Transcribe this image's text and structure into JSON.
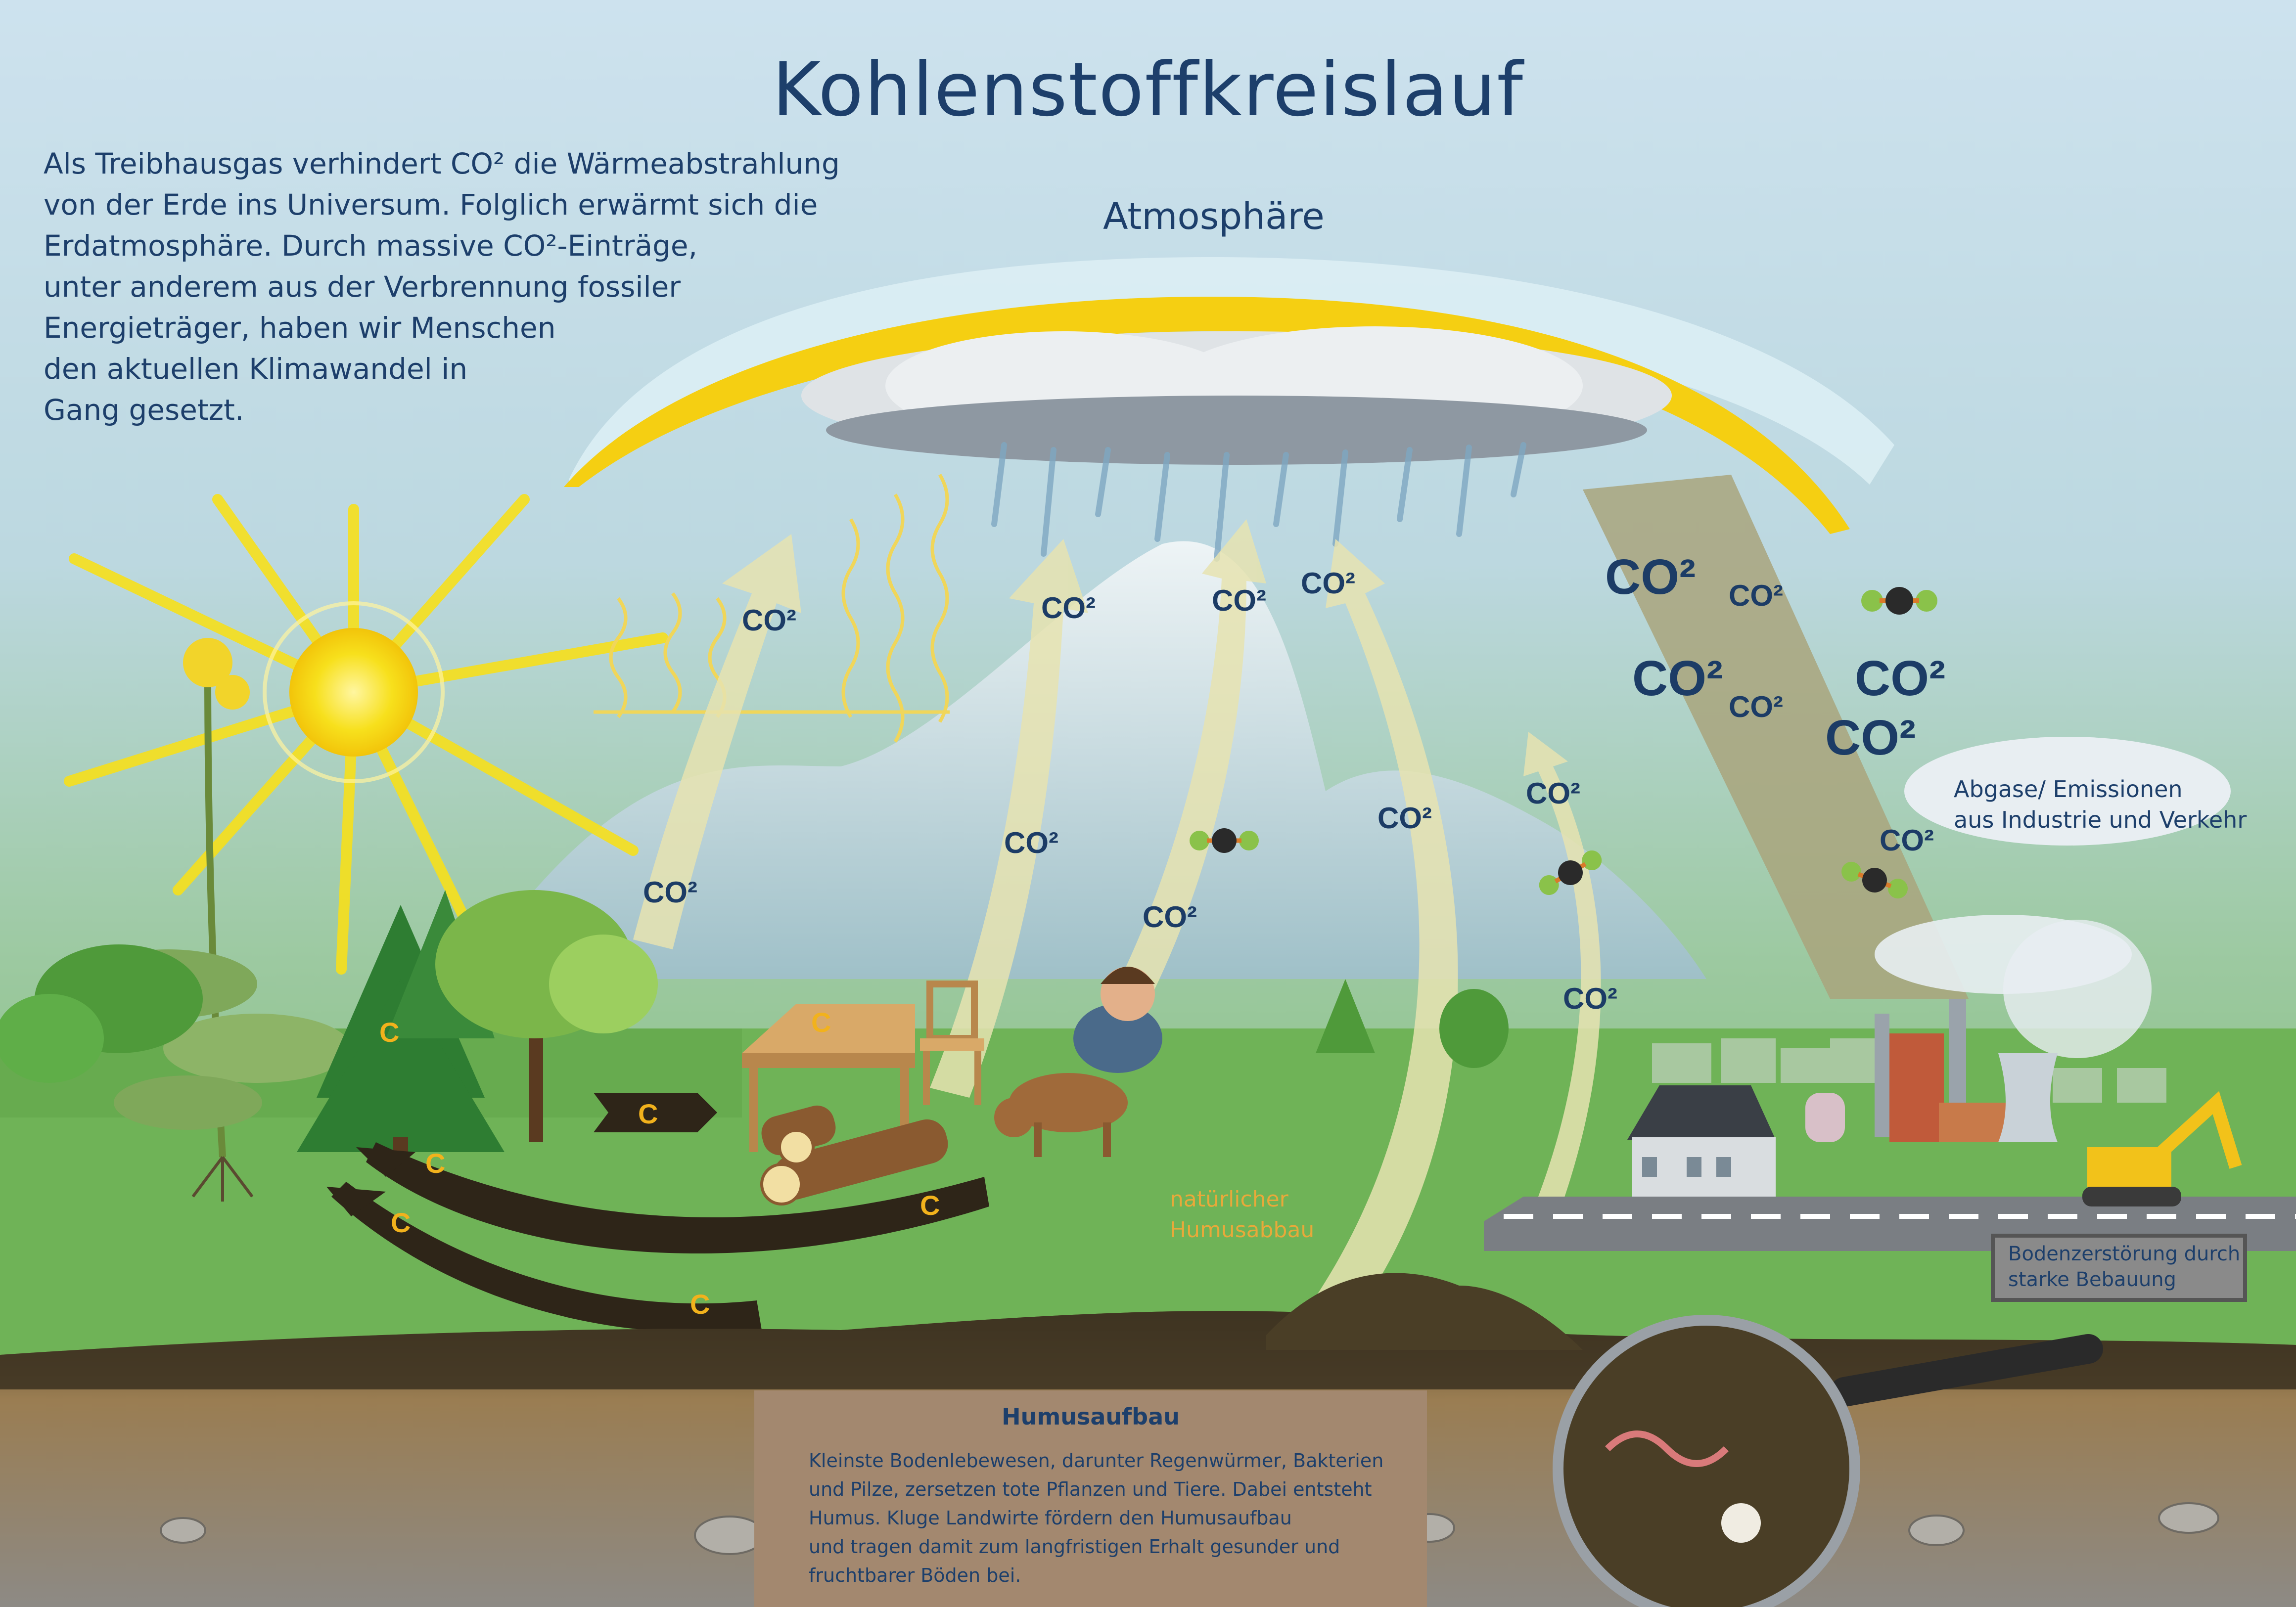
{
  "title": "Kohlenstoffkreislauf",
  "intro_lines": [
    "Als Treibhausgas verhindert CO² die Wärmeabstrahlung",
    "von der Erde ins Universum. Folglich erwärmt sich die",
    "Erdatmosphäre. Durch massive CO²-Einträge,",
    "unter anderem aus der Verbrennung fossiler",
    "Energieträger, haben wir Menschen",
    "den aktuellen Klimawandel in",
    "Gang gesetzt."
  ],
  "atmosphere_label": "Atmosphäre",
  "co2_label": "CO²",
  "carbon_label": "C",
  "emissions_lines": [
    "Abgase/ Emissionen",
    "aus Industrie und Verkehr"
  ],
  "humus_breakdown_lines": [
    "natürlicher",
    "Humusabbau"
  ],
  "soil_destruction_lines": [
    "Bodenzerstörung durch",
    "starke Bebauung"
  ],
  "humus_buildup": {
    "title": "Humusaufbau",
    "lines": [
      "Kleinste Bodenlebewesen, darunter Regenwürmer, Bakterien",
      "und Pilze, zersetzen tote Pflanzen und Tiere. Dabei entsteht",
      "Humus. Kluge Landwirte fördern den Humusaufbau",
      "und tragen damit zum langfristigen Erhalt gesunder und",
      "fruchtbarer Böden bei."
    ]
  },
  "colors": {
    "sky_top": "#c9dfec",
    "meadow": "#6fb357",
    "arrow_flow": "#e6e3b0",
    "arc_yellow": "#f5cf12",
    "emission_flow": "#a9a57c",
    "carbon_arrow": "#2e2518",
    "text_blue": "#1d3f6b"
  }
}
